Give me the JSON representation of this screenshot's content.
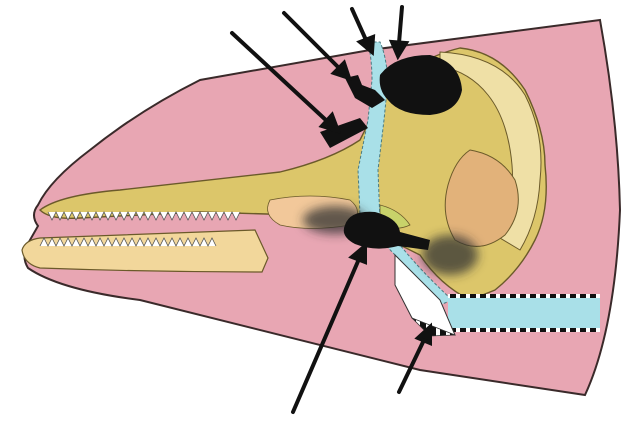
{
  "figure": {
    "background": "#ffffff",
    "colors": {
      "head_skin": "#e8a6b3",
      "head_outline": "#3a2a2a",
      "skull_bone": "#dcc66a",
      "skull_bone_light": "#efe0a6",
      "jaw_bone": "#f2d79b",
      "tan_region": "#e2b27a",
      "blue_tube": "#a9e0e8",
      "dark_mass": "#111111",
      "arrow": "#111111"
    },
    "arrows": [
      {
        "name": "arrow-to-nasal-plug"
      },
      {
        "name": "arrow-to-phonic-lips"
      },
      {
        "name": "arrow-to-blowhole"
      },
      {
        "name": "arrow-to-nasal-sac"
      },
      {
        "name": "arrow-to-ear-bone"
      },
      {
        "name": "arrow-to-larynx"
      }
    ],
    "labels": []
  }
}
